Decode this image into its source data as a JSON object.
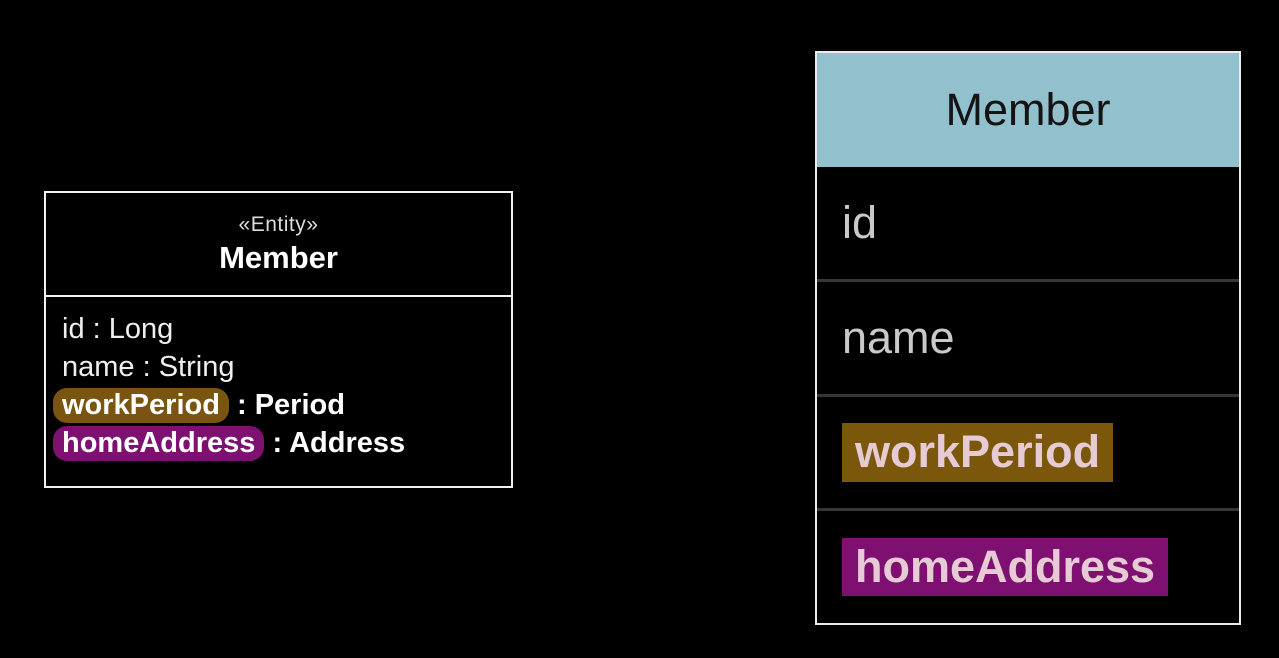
{
  "slide": {
    "background": "#000000"
  },
  "uml_class": {
    "stereotype": "«Entity»",
    "name": "Member",
    "separator": " : ",
    "attributes": [
      {
        "name": "id",
        "type": "Long",
        "bold": false,
        "highlight": ""
      },
      {
        "name": "name",
        "type": "String",
        "bold": false,
        "highlight": ""
      },
      {
        "name": "workPeriod",
        "type": "Period",
        "bold": true,
        "highlight": "#7a5512"
      },
      {
        "name": "homeAddress",
        "type": "Address",
        "bold": true,
        "highlight": "#7d1071"
      }
    ]
  },
  "db_table": {
    "header": {
      "label": "Member",
      "bg": "#92c0cc",
      "text_color": "#141414"
    },
    "rows": [
      {
        "label": "id",
        "highlight": "",
        "text_color": "#c9c9c9"
      },
      {
        "label": "name",
        "highlight": "",
        "text_color": "#c9c9c9"
      },
      {
        "label": "workPeriod",
        "highlight": "#7a570a",
        "text_color": "#e6cbd4"
      },
      {
        "label": "homeAddress",
        "highlight": "#7d1071",
        "text_color": "#e6cbd4"
      }
    ],
    "border_color": "#ececec",
    "separator_color": "#373737"
  }
}
